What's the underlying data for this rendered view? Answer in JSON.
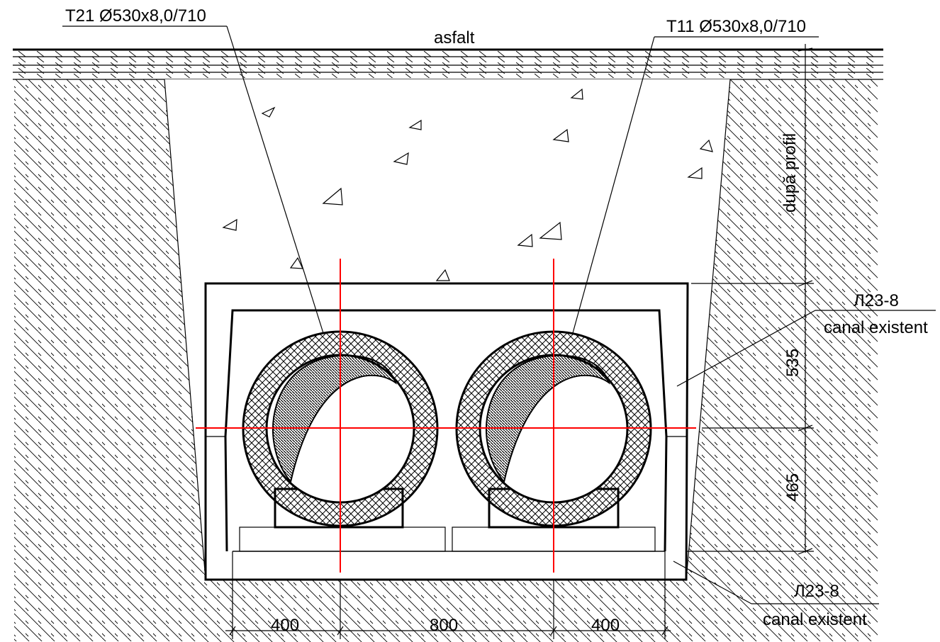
{
  "labels": {
    "pipe_left": "T21 Ø530x8,0/710",
    "pipe_right": "T11 Ø530x8,0/710",
    "surface": "asfalt",
    "depth": "după profil",
    "channel_top_code": "Л23-8",
    "channel_top_desc": "canal existent",
    "channel_bottom_code": "Л23-8",
    "channel_bottom_desc": "canal existent"
  },
  "dimensions": {
    "upper_height": "535",
    "lower_height": "465",
    "left_offset": "400",
    "axis_spacing": "800",
    "right_offset": "400"
  },
  "colors": {
    "line": "#000000",
    "axis": "#ff0000",
    "background": "#ffffff"
  }
}
